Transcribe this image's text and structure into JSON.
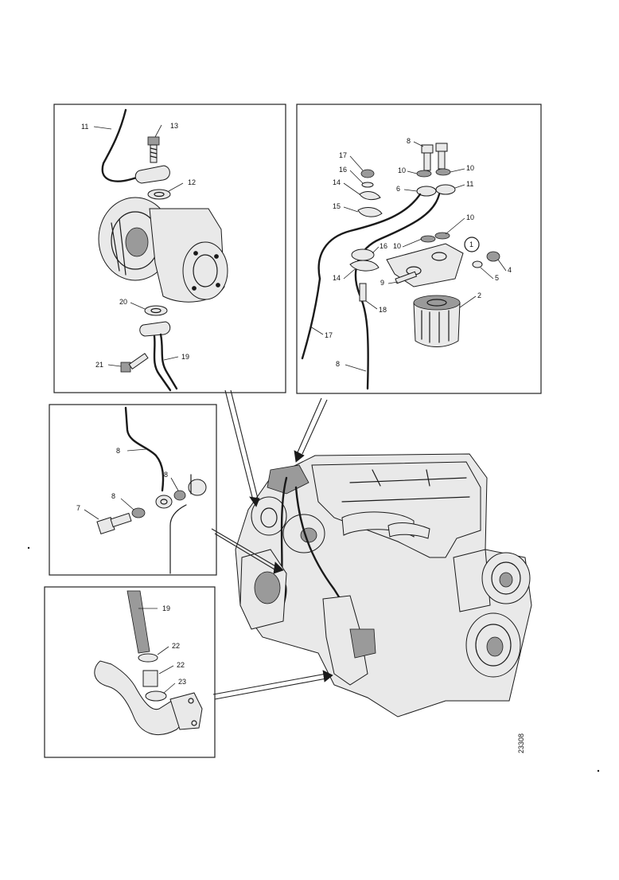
{
  "drawing_number": "23308",
  "panels": {
    "turbo_oil_supply": {
      "callouts": [
        "11",
        "13",
        "12",
        "20",
        "21",
        "19"
      ]
    },
    "oil_filter_bracket": {
      "callouts": [
        "8",
        "17",
        "16",
        "10",
        "10",
        "14",
        "6",
        "11",
        "15",
        "10",
        "10",
        "16",
        "1",
        "4",
        "14",
        "5",
        "9",
        "2",
        "18",
        "17",
        "8"
      ]
    },
    "pipe_banjo_connection": {
      "callouts": [
        "8",
        "8",
        "8",
        "7"
      ]
    },
    "return_pipe": {
      "callouts": [
        "19",
        "22",
        "22",
        "23"
      ]
    }
  },
  "colors": {
    "ink": "#1a1a1a",
    "paper": "#ffffff",
    "shade": "#9a9a9a"
  }
}
